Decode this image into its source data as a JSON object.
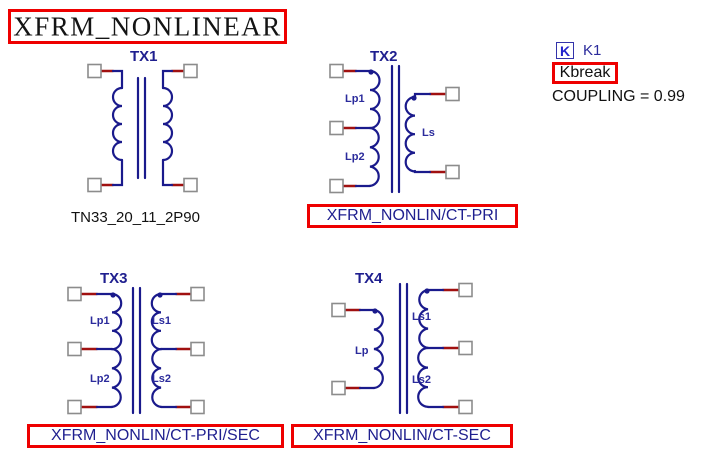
{
  "page": {
    "title_banner": "XFRM_NONLINEAR",
    "background_color": "#ffffff",
    "accent_red": "#ee0000",
    "wire_color": "#1a1a8c",
    "pin_stub_color": "#a01010",
    "pin_box_color": "#8c8c8c",
    "label_blue": "#2b2b9c"
  },
  "parts": [
    {
      "id": "tx1",
      "refdes": "TX1",
      "model_label": "TN33_20_11_2P90",
      "model_label_boxed": false,
      "model_label_color": "#111111",
      "coil_labels": [],
      "dots": false,
      "left_pins": 2,
      "right_pins": 2
    },
    {
      "id": "tx2",
      "refdes": "TX2",
      "model_label": "XFRM_NONLIN/CT-PRI",
      "model_label_boxed": true,
      "model_label_color": "#1f1f8f",
      "coil_labels": [
        "Lp1",
        "Lp2",
        "Ls"
      ],
      "dots": true,
      "left_pins": 3,
      "right_pins": 2
    },
    {
      "id": "tx3",
      "refdes": "TX3",
      "model_label": "XFRM_NONLIN/CT-PRI/SEC",
      "model_label_boxed": true,
      "model_label_color": "#1f1f8f",
      "coil_labels": [
        "Lp1",
        "Lp2",
        "Ls1",
        "Ls2"
      ],
      "dots": true,
      "left_pins": 3,
      "right_pins": 3
    },
    {
      "id": "tx4",
      "refdes": "TX4",
      "model_label": "XFRM_NONLIN/CT-SEC",
      "model_label_boxed": true,
      "model_label_color": "#1f1f8f",
      "coil_labels": [
        "Lp",
        "Ls1",
        "Ls2"
      ],
      "dots": true,
      "left_pins": 2,
      "right_pins": 3
    }
  ],
  "coupling_part": {
    "symbol_glyph": "K",
    "refdes": "K1",
    "model_label": "Kbreak",
    "model_label_boxed": true,
    "attribute": "COUPLING = 0.99"
  }
}
